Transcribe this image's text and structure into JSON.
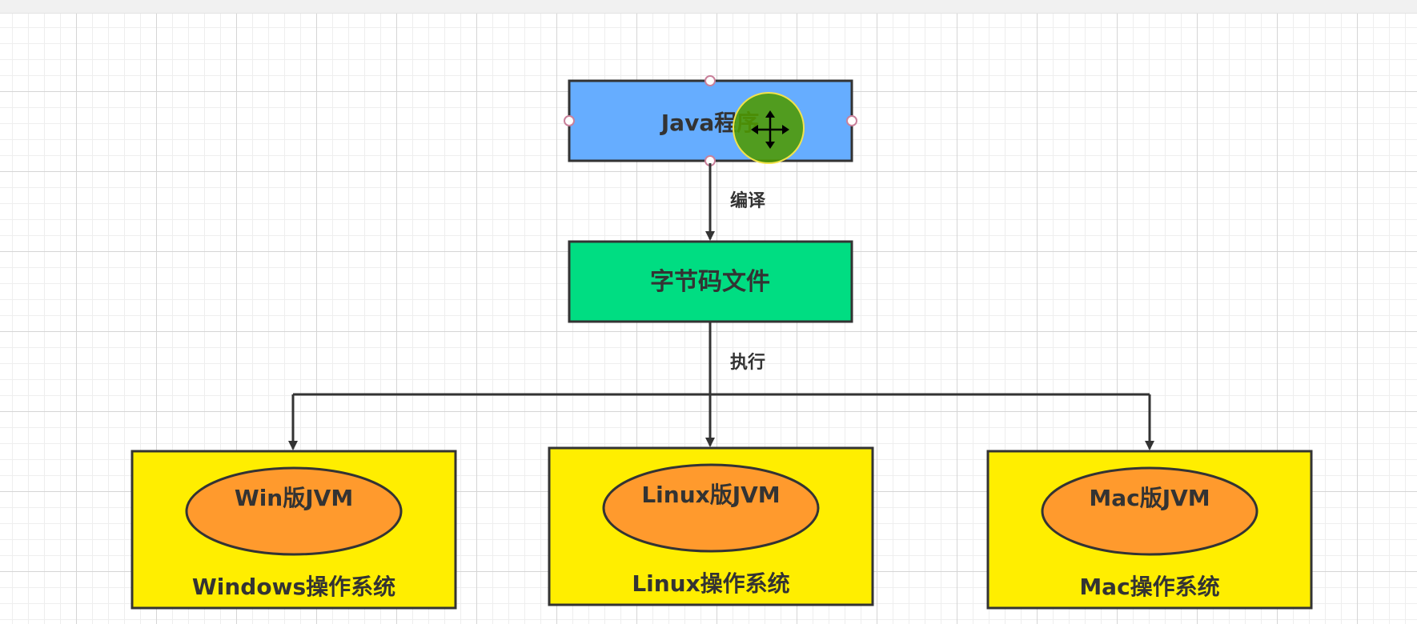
{
  "diagram": {
    "nodes": {
      "java_program": {
        "label": "Java程序",
        "fill": "#66adff"
      },
      "bytecode": {
        "label": "字节码文件",
        "fill": "#00dd82"
      },
      "win_os": {
        "label": "Windows操作系统",
        "fill": "#ffee00"
      },
      "win_jvm": {
        "label": "Win版JVM",
        "fill": "#ff9a2d"
      },
      "linux_os": {
        "label": "Linux操作系统",
        "fill": "#ffee00"
      },
      "linux_jvm": {
        "label": "Linux版JVM",
        "fill": "#ff9a2d"
      },
      "mac_os": {
        "label": "Mac操作系统",
        "fill": "#ffee00"
      },
      "mac_jvm": {
        "label": "Mac版JVM",
        "fill": "#ff9a2d"
      }
    },
    "edges": {
      "compile": {
        "label": "编译"
      },
      "execute": {
        "label": "执行"
      }
    },
    "colors": {
      "stroke": "#333333",
      "selection_handle": "#c9809a",
      "cursor_highlight": "#4f9a00"
    }
  }
}
